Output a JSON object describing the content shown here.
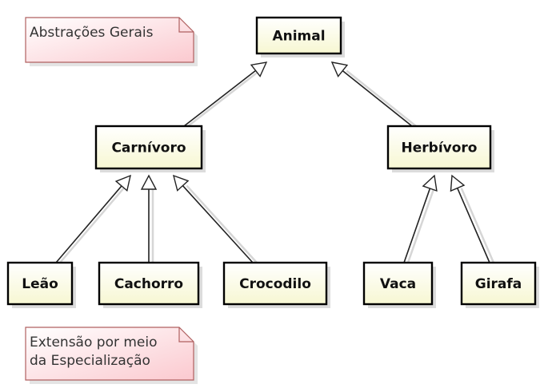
{
  "diagram": {
    "nodes": [
      {
        "id": "animal",
        "label": "Animal"
      },
      {
        "id": "carnivoro",
        "label": "Carnívoro"
      },
      {
        "id": "herbivoro",
        "label": "Herbívoro"
      },
      {
        "id": "leao",
        "label": "Leão"
      },
      {
        "id": "cachorro",
        "label": "Cachorro"
      },
      {
        "id": "crocodilo",
        "label": "Crocodilo"
      },
      {
        "id": "vaca",
        "label": "Vaca"
      },
      {
        "id": "girafa",
        "label": "Girafa"
      }
    ],
    "notes": [
      {
        "id": "note-abstractions",
        "lines": [
          "Abstrações Gerais"
        ]
      },
      {
        "id": "note-extension",
        "lines": [
          "Extensão por meio",
          "da Especialização"
        ]
      }
    ],
    "edges": [
      {
        "from": "carnivoro",
        "to": "animal",
        "type": "generalization"
      },
      {
        "from": "herbivoro",
        "to": "animal",
        "type": "generalization"
      },
      {
        "from": "leao",
        "to": "carnivoro",
        "type": "generalization"
      },
      {
        "from": "cachorro",
        "to": "carnivoro",
        "type": "generalization"
      },
      {
        "from": "crocodilo",
        "to": "carnivoro",
        "type": "generalization"
      },
      {
        "from": "vaca",
        "to": "herbivoro",
        "type": "generalization"
      },
      {
        "from": "girafa",
        "to": "herbivoro",
        "type": "generalization"
      }
    ],
    "colors": {
      "class_fill": "#fdfde6",
      "class_border": "#000000",
      "note_fill": "#fde8ea",
      "note_border": "#b06060",
      "edge": "#222222"
    }
  }
}
